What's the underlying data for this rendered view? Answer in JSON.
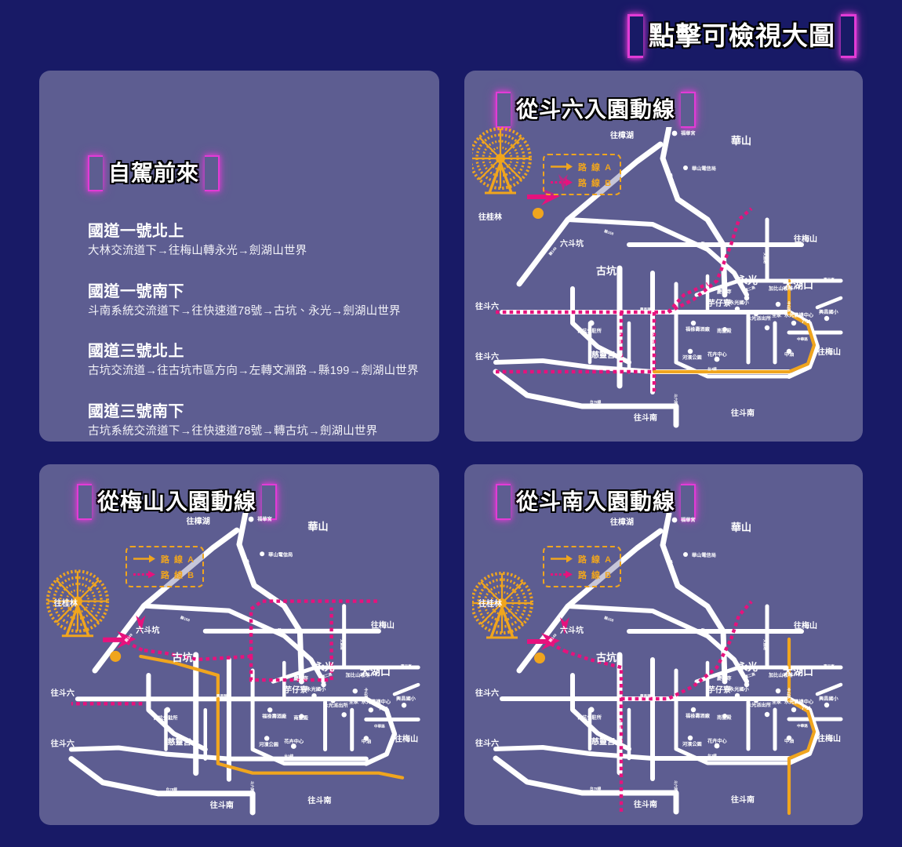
{
  "banner": {
    "label": "點擊可檢視大圖"
  },
  "panels": {
    "directions": {
      "title": "自駕前來",
      "items": [
        {
          "title": "國道一號北上",
          "detail": "大林交流道下→往梅山轉永光→劍湖山世界"
        },
        {
          "title": "國道一號南下",
          "detail": "斗南系統交流道下→往快速道78號→古坑、永光→劍湖山世界"
        },
        {
          "title": "國道三號北上",
          "detail": "古坑交流道→往古坑市區方向→左轉文淵路→縣199→劍湖山世界"
        },
        {
          "title": "國道三號南下",
          "detail": "古坑系統交流道下→往快速道78號→轉古坑→劍湖山世界"
        }
      ]
    },
    "douliu": {
      "title": "從斗六入園動線"
    },
    "meishan": {
      "title": "從梅山入園動線"
    },
    "dounan": {
      "title": "從斗南入園動線"
    }
  },
  "legend": {
    "route_a": "路 線 A",
    "route_b": "路 線 B"
  },
  "colors": {
    "page_background": "#181a66",
    "panel_background": "#5d5d91",
    "bracket_glow": "#e23bd6",
    "route_a": "#f0a51e",
    "route_b": "#e6127d",
    "road": "#ffffff",
    "park_icon": "#f0a51e"
  },
  "map": {
    "park_name": "劍湖山世界",
    "places_big": [
      "華山",
      "古坑",
      "永光",
      "大湖口"
    ],
    "places_mid": [
      "往樟湖",
      "往桂林",
      "往梅山",
      "六斗坑",
      "芋仔寮",
      "往斗六",
      "慈靈宮",
      "往斗南",
      "往梅山"
    ],
    "places_small": [
      "福華宮",
      "華山電信局",
      "慶興寺",
      "南聖殿",
      "古坑分駐所",
      "福祿壽酒廠",
      "河濱公園",
      "花卉中心",
      "加比山咖啡",
      "永光國小",
      "永光派出所",
      "全家",
      "永光農機中心",
      "7-11",
      "興昌國小",
      "中油"
    ],
    "roads": [
      "台3線",
      "縣149",
      "縣158",
      "縣159",
      "縣202",
      "文昌路",
      "中華路",
      "中山路",
      "嘉二高",
      "台78線",
      "永光路",
      "興昌路",
      "斗六路",
      "文淵路"
    ],
    "labels": {
      "zhanghu": "往樟湖",
      "fuhuagong": "福華宮",
      "huashan": "華山",
      "huashan_telecom": "華山電信局",
      "guilin": "往桂林",
      "meishan": "往梅山",
      "dahukou": "大湖口",
      "liudoukeng": "六斗坑",
      "yuzailiao": "芋仔寮",
      "qingxingsi": "慶興寺",
      "nanshengdian": "南聖殿",
      "gukeng": "古坑",
      "douliu": "往斗六",
      "gukeng_police": "古坑分駐所",
      "cilinggong": "慈靈宮",
      "dounan": "往斗南",
      "fulushou": "福祿壽酒廠",
      "hebin_park": "河濱公園",
      "flower_center": "花卉中心",
      "yongguang": "永光",
      "jiabishan": "加比山咖啡",
      "yongguang_school": "永光國小",
      "yongguang_police": "永光派出所",
      "familymart": "全家",
      "yongguang_farm": "永光農機中心",
      "seven_eleven": "7-11",
      "xingchang_school": "興昌國小",
      "cpc": "中油",
      "jiaerhgao": "嘉二高"
    }
  }
}
